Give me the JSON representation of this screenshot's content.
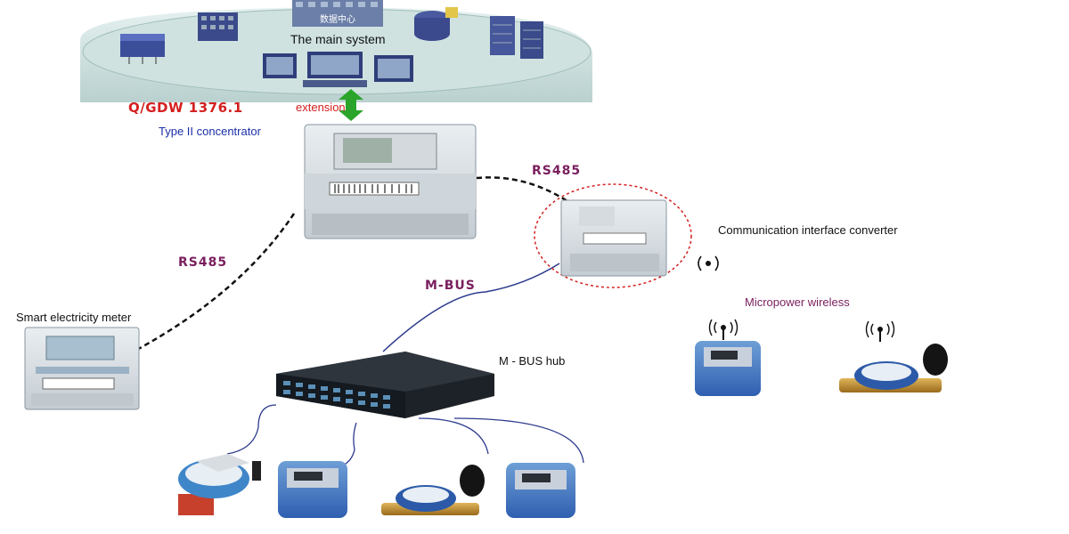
{
  "labels": {
    "main_system": "The main system",
    "protocol": "Q/GDW 1376.1",
    "extension": "extension",
    "type2_concentrator": "Type II concentrator",
    "rs485_top": "RS485",
    "rs485_left": "RS485",
    "mbus": "M-BUS",
    "comm_converter": "Communication interface converter",
    "micropower_wireless": "Micropower wireless",
    "smart_meter": "Smart electricity meter",
    "mbus_hub": "M - BUS hub"
  },
  "data_center_sign": "数据中心",
  "colors": {
    "protocol_red": "#d42020",
    "concentrator_blue": "#1a2fa8",
    "bus_purple": "#7a1f5e",
    "arrow_green": "#2aa52a",
    "mbus_line": "#2b3a8c"
  }
}
